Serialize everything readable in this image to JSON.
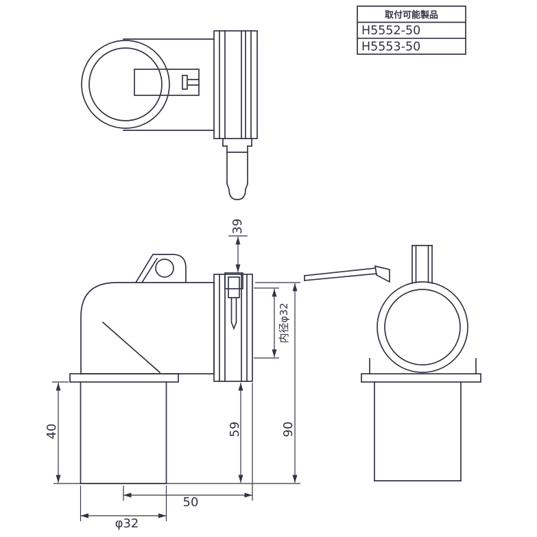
{
  "compat_table": {
    "header": "取付可能製品",
    "products": [
      "H5552-50",
      "H5553-50"
    ]
  },
  "dimensions": {
    "dim_39": "39",
    "dim_40": "40",
    "dim_59": "59",
    "dim_90": "90",
    "dim_50": "50",
    "dim_phi32": "φ32",
    "dim_inner_phi32": "内径φ32"
  },
  "colors": {
    "line": "#333344",
    "background": "#ffffff"
  }
}
